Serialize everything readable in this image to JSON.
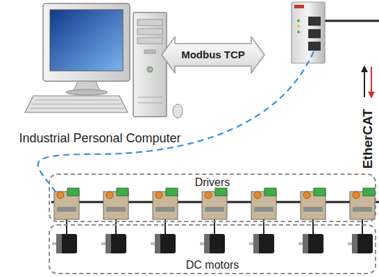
{
  "diagram": {
    "nodes": [
      {
        "text": [
          "Industrial Personal Computer"
        ]
      },
      {
        "text": [
          "Modbus TCP"
        ]
      },
      {
        "text": [
          "Drivers"
        ]
      },
      {
        "text": [
          "DC motors"
        ]
      }
    ],
    "labels": [
      "EtherCAT"
    ]
  }
}
